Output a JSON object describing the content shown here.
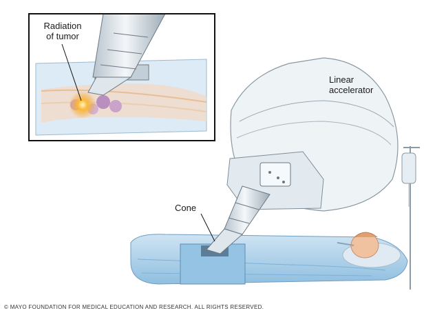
{
  "labels": {
    "radiation_line1": "Radiation",
    "radiation_line2": "of tumor",
    "linac_line1": "Linear",
    "linac_line2": "accelerator",
    "cone": "Cone"
  },
  "copyright": "© MAYO FOUNDATION FOR MEDICAL EDUCATION AND RESEARCH. ALL RIGHTS RESERVED.",
  "colors": {
    "machine": "#e9eef2",
    "machine_shade": "#c9d3db",
    "drape": "#a9cde6",
    "drape_dark": "#7fb0d6",
    "tumor_glow": "#f7a229",
    "skin": "#f0c2a0",
    "inset_border": "#111111"
  }
}
